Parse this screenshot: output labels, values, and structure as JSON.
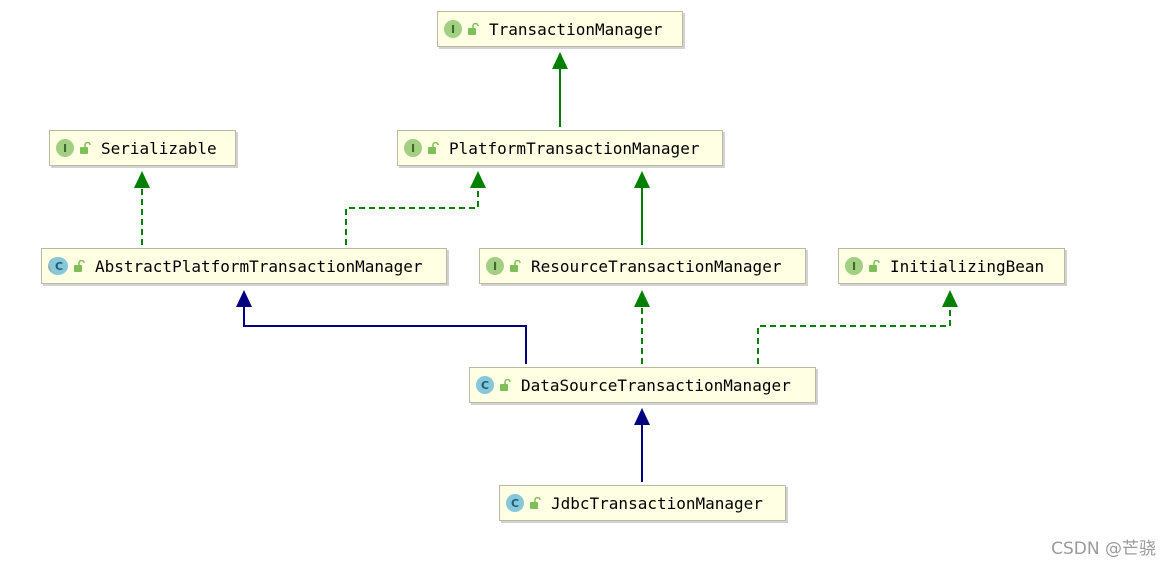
{
  "diagram": {
    "nodes": {
      "transaction_manager": {
        "name": "TransactionManager",
        "kind": "I",
        "kind_type": "interface"
      },
      "serializable": {
        "name": "Serializable",
        "kind": "I",
        "kind_type": "interface"
      },
      "platform_transaction_manager": {
        "name": "PlatformTransactionManager",
        "kind": "I",
        "kind_type": "interface"
      },
      "abstract_platform_transaction_manager": {
        "name": "AbstractPlatformTransactionManager",
        "kind": "C",
        "kind_type": "abstract-class"
      },
      "resource_transaction_manager": {
        "name": "ResourceTransactionManager",
        "kind": "I",
        "kind_type": "interface"
      },
      "initializing_bean": {
        "name": "InitializingBean",
        "kind": "I",
        "kind_type": "interface"
      },
      "data_source_transaction_manager": {
        "name": "DataSourceTransactionManager",
        "kind": "C",
        "kind_type": "class"
      },
      "jdbc_transaction_manager": {
        "name": "JdbcTransactionManager",
        "kind": "C",
        "kind_type": "class"
      }
    },
    "edges": [
      {
        "from": "platform_transaction_manager",
        "to": "transaction_manager",
        "type": "extends",
        "style": "solid",
        "color": "#008000"
      },
      {
        "from": "abstract_platform_transaction_manager",
        "to": "serializable",
        "type": "implements",
        "style": "dashed",
        "color": "#008000"
      },
      {
        "from": "abstract_platform_transaction_manager",
        "to": "platform_transaction_manager",
        "type": "implements",
        "style": "dashed",
        "color": "#008000"
      },
      {
        "from": "resource_transaction_manager",
        "to": "platform_transaction_manager",
        "type": "extends",
        "style": "solid",
        "color": "#008000"
      },
      {
        "from": "data_source_transaction_manager",
        "to": "abstract_platform_transaction_manager",
        "type": "extends",
        "style": "solid",
        "color": "#000080"
      },
      {
        "from": "data_source_transaction_manager",
        "to": "resource_transaction_manager",
        "type": "implements",
        "style": "dashed",
        "color": "#008000"
      },
      {
        "from": "data_source_transaction_manager",
        "to": "initializing_bean",
        "type": "implements",
        "style": "dashed",
        "color": "#008000"
      },
      {
        "from": "jdbc_transaction_manager",
        "to": "data_source_transaction_manager",
        "type": "extends",
        "style": "solid",
        "color": "#000080"
      }
    ]
  },
  "watermark": "CSDN @芒骁",
  "colors": {
    "node_background": "#ffffe3",
    "interface_badge": "#a2cf82",
    "class_badge": "#86c7d9",
    "interface_edge": "#008000",
    "class_edge": "#000080"
  }
}
